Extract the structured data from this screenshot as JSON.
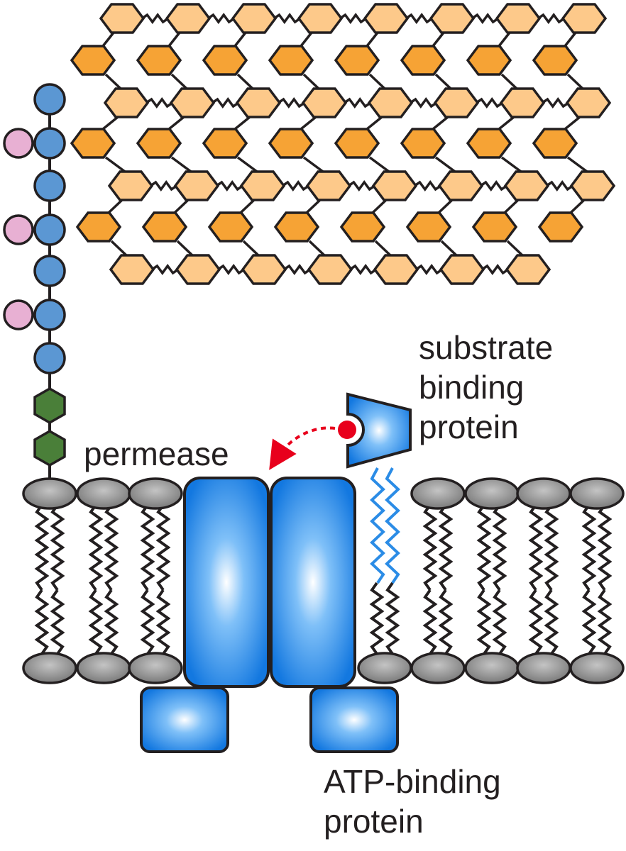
{
  "labels": {
    "substrate_binding_protein": [
      "substrate",
      "binding",
      "protein"
    ],
    "permease": "permease",
    "atp_binding_protein": [
      "ATP-binding",
      "protein"
    ]
  },
  "colors": {
    "peptidoglycan_light": "#fdc98a",
    "peptidoglycan_dark": "#f6a335",
    "protein_blue": "#1a82e8",
    "teichoic_blue": "#5b97d3",
    "teichoic_pink": "#e8b0d3",
    "anchor_green": "#4a7f39",
    "substrate_red": "#e8001c",
    "lipid_head_grey": "#8a8a8a"
  }
}
